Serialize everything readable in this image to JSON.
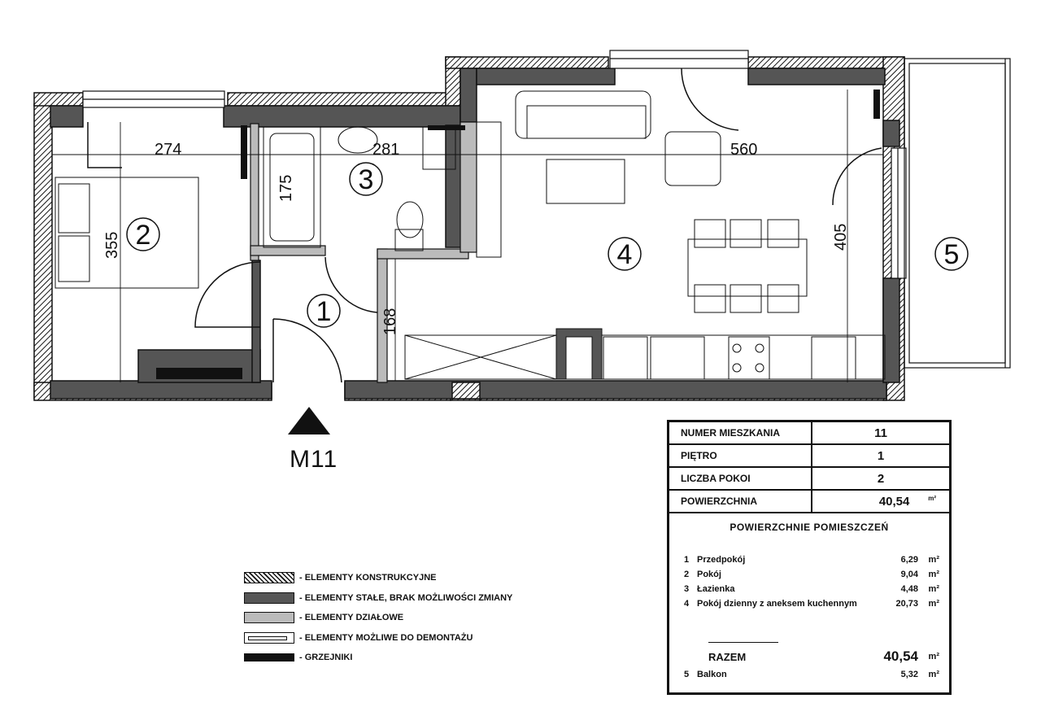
{
  "rooms": [
    {
      "num": "1"
    },
    {
      "num": "2"
    },
    {
      "num": "3"
    },
    {
      "num": "4"
    },
    {
      "num": "5"
    }
  ],
  "dimensions": [
    "274",
    "355",
    "175",
    "281",
    "168",
    "560",
    "405"
  ],
  "entrance_label": "M11",
  "info": {
    "apartment_number_label": "NUMER MIESZKANIA",
    "apartment_number": "11",
    "floor_label": "PIĘTRO",
    "floor": "1",
    "rooms_count_label": "LICZBA POKOI",
    "rooms_count": "2",
    "area_label": "POWIERZCHNIA",
    "area": "40,54",
    "unit": "m²",
    "rooms_heading": "POWIERZCHNIE POMIESZCZEŃ",
    "room_areas": [
      {
        "n": "1",
        "name": "Przedpokój",
        "area": "6,29",
        "unit": "m²"
      },
      {
        "n": "2",
        "name": "Pokój",
        "area": "9,04",
        "unit": "m²"
      },
      {
        "n": "3",
        "name": "Łazienka",
        "area": "4,48",
        "unit": "m²"
      },
      {
        "n": "4",
        "name": "Pokój dzienny z aneksem kuchennym",
        "area": "20,73",
        "unit": "m²"
      }
    ],
    "total_label": "RAZEM",
    "total": "40,54",
    "balcony": {
      "n": "5",
      "name": "Balkon",
      "area": "5,32",
      "unit": "m²"
    }
  },
  "legend": [
    {
      "key": "hatch",
      "label": "- ELEMENTY KONSTRUKCYJNE"
    },
    {
      "key": "dark",
      "label": "- ELEMENTY STAŁE, BRAK MOŻLIWOŚCI ZMIANY"
    },
    {
      "key": "light",
      "label": "- ELEMENTY DZIAŁOWE"
    },
    {
      "key": "demo",
      "label": "- ELEMENTY MOŻLIWE DO DEMONTAŻU"
    },
    {
      "key": "rad",
      "label": "- GRZEJNIKI"
    }
  ]
}
